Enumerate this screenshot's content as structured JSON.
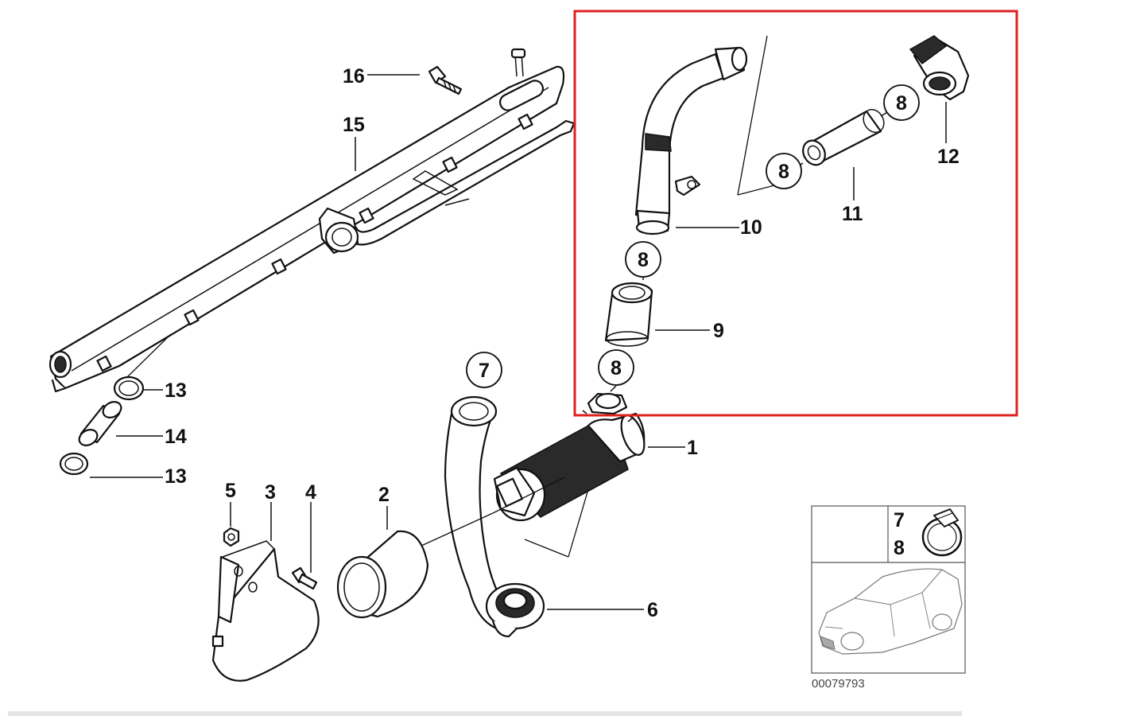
{
  "diagram": {
    "callouts": {
      "p1": "1",
      "p2": "2",
      "p3": "3",
      "p4": "4",
      "p5": "5",
      "p6": "6",
      "p7": "7",
      "p8": "8",
      "p9": "9",
      "p10": "10",
      "p11": "11",
      "p12": "12",
      "p13": "13",
      "p14": "14",
      "p15": "15",
      "p16": "16"
    },
    "inset": {
      "label_top": "7",
      "label_bottom": "8"
    },
    "drawing_number": "00079793",
    "highlight_color": "#e02020"
  }
}
